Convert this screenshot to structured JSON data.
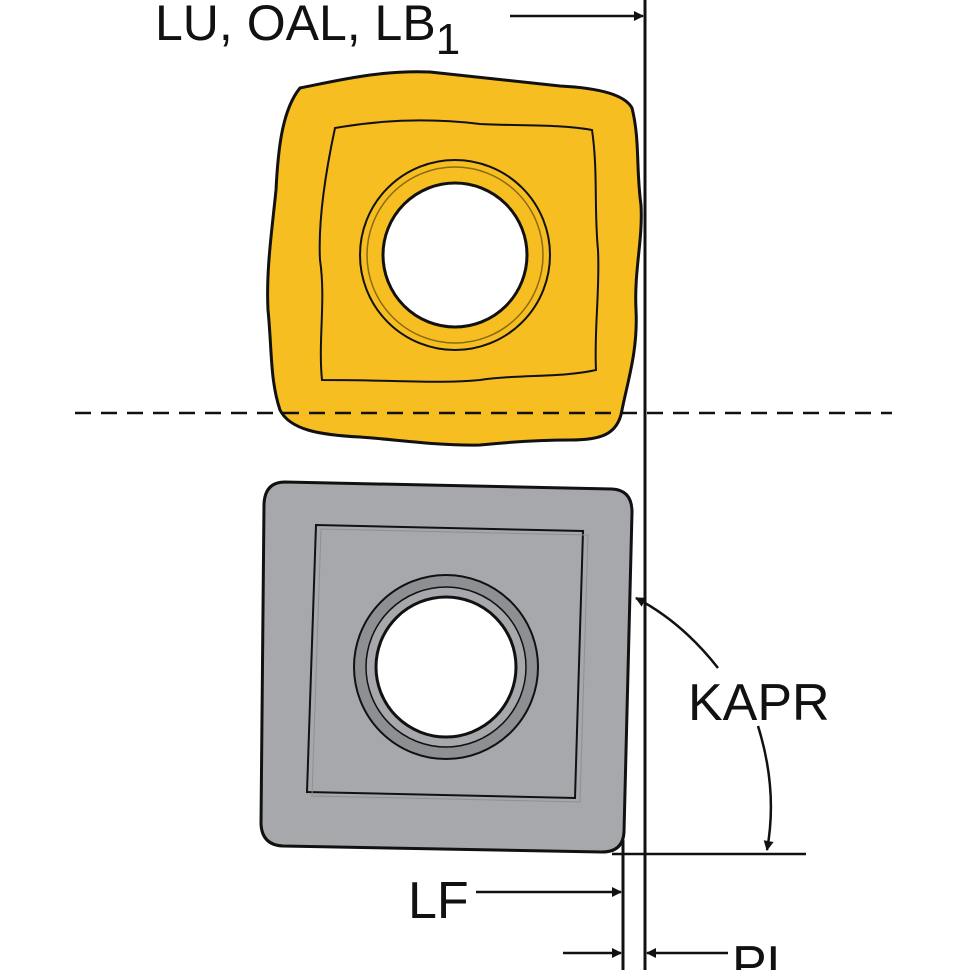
{
  "labels": {
    "top_label": "LU, OAL, LB",
    "top_label_subscript": "1",
    "kapr": "KAPR",
    "lf": "LF",
    "pl": "PL"
  },
  "colors": {
    "insert_gold": "#F6BE20",
    "insert_gold_dark": "#D79E10",
    "insert_gray": "#A7A8AC",
    "insert_gray_dark": "#7E7F83",
    "line": "#111111",
    "hole": "#ffffff"
  },
  "icons": {
    "top_insert": "indexable-insert-top-view-gold",
    "bottom_insert": "indexable-insert-side-view-gray"
  }
}
